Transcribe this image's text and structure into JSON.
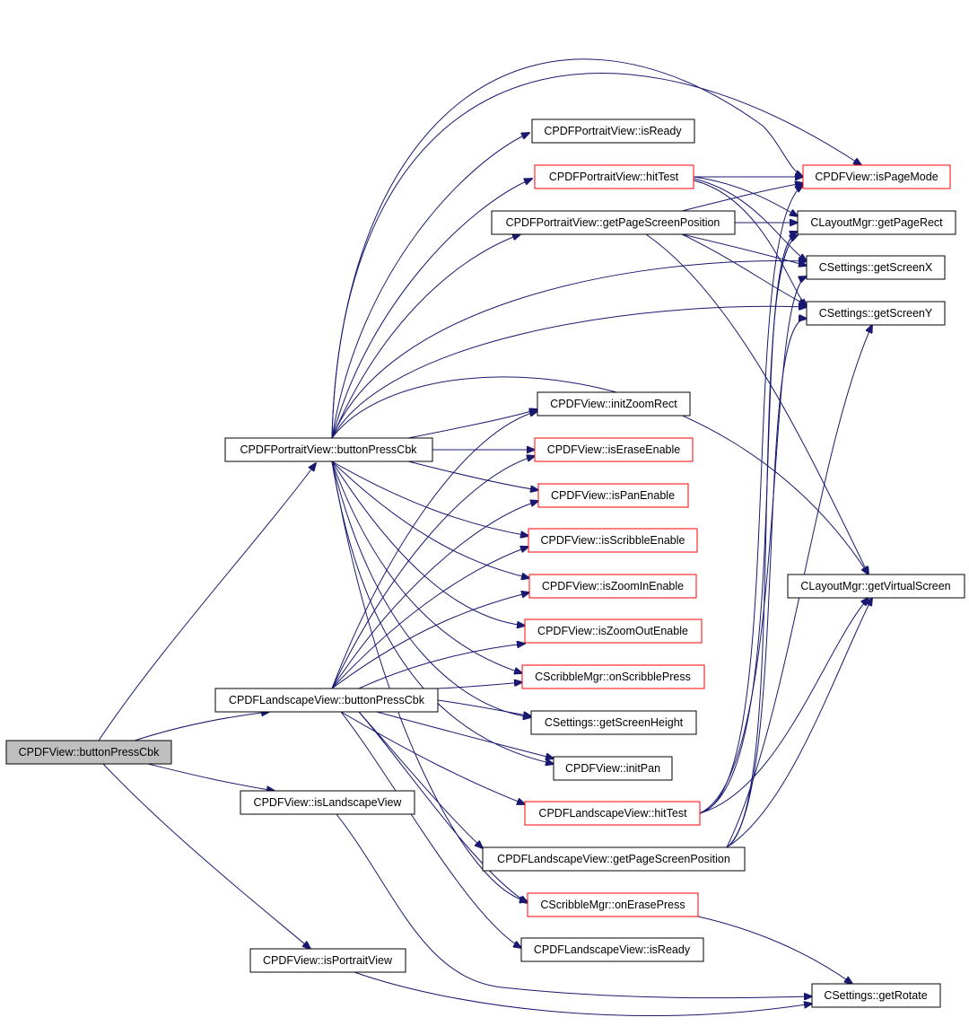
{
  "graph": {
    "colors": {
      "edge": "#191970",
      "box_border": "#000000",
      "incomplete_border": "#ff0000",
      "root_fill": "#bfbfbf"
    },
    "nodes": {
      "root": "CPDFView::buttonPressCbk",
      "portrait_cbk": "CPDFPortraitView::buttonPressCbk",
      "landscape_cbk": "CPDFLandscapeView::buttonPressCbk",
      "is_landscape_view": "CPDFView::isLandscapeView",
      "is_portrait_view": "CPDFView::isPortraitView",
      "p_is_ready": "CPDFPortraitView::isReady",
      "p_hit_test": "CPDFPortraitView::hitTest",
      "p_get_page_screen_position": "CPDFPortraitView::getPageScreenPosition",
      "init_zoom_rect": "CPDFView::initZoomRect",
      "is_erase_enable": "CPDFView::isEraseEnable",
      "is_pan_enable": "CPDFView::isPanEnable",
      "is_scribble_enable": "CPDFView::isScribbleEnable",
      "is_zoom_in_enable": "CPDFView::isZoomInEnable",
      "is_zoom_out_enable": "CPDFView::isZoomOutEnable",
      "on_scribble_press": "CScribbleMgr::onScribblePress",
      "get_screen_height": "CSettings::getScreenHeight",
      "init_pan": "CPDFView::initPan",
      "l_hit_test": "CPDFLandscapeView::hitTest",
      "l_get_page_screen_position": "CPDFLandscapeView::getPageScreenPosition",
      "on_erase_press": "CScribbleMgr::onErasePress",
      "l_is_ready": "CPDFLandscapeView::isReady",
      "is_page_mode": "CPDFView::isPageMode",
      "get_page_rect": "CLayoutMgr::getPageRect",
      "get_screen_x": "CSettings::getScreenX",
      "get_screen_y": "CSettings::getScreenY",
      "get_virtual_screen": "CLayoutMgr::getVirtualScreen",
      "get_rotate": "CSettings::getRotate"
    }
  }
}
